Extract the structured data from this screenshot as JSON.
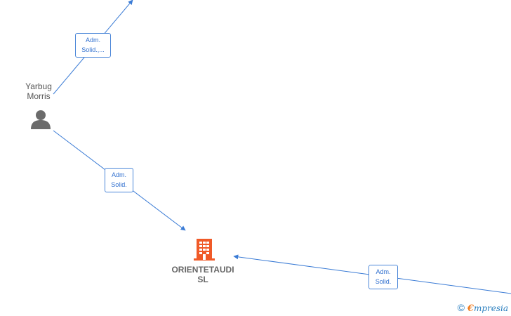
{
  "nodes": {
    "person": {
      "name_line1": "Yarbug",
      "name_line2": "Morris",
      "icon": "person-icon",
      "color": "#6b6b6b"
    },
    "company": {
      "name_line1": "ORIENTETAUDI",
      "name_line2": "SL",
      "icon": "building-icon",
      "color": "#f05a28"
    }
  },
  "edges": [
    {
      "label_line1": "Adm.",
      "label_line2": "Solid.,..."
    },
    {
      "label_line1": "Adm.",
      "label_line2": "Solid."
    },
    {
      "label_line1": "Adm.",
      "label_line2": "Solid."
    }
  ],
  "colors": {
    "edge": "#3a7bd5"
  },
  "watermark": {
    "copyright": "©",
    "brand_first": "€",
    "brand_rest": "mpresia"
  }
}
